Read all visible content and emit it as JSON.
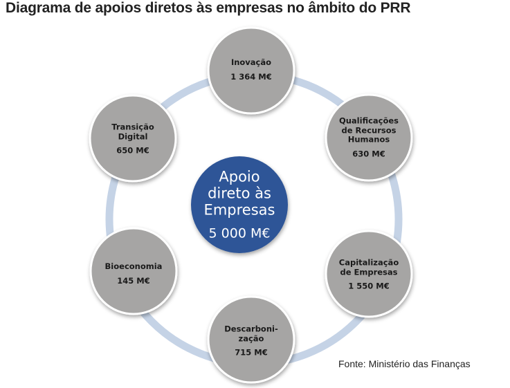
{
  "title": "Diagrama de apoios diretos às empresas no âmbito do PRR",
  "center": {
    "label": "Apoio\ndireto às\nEmpresas",
    "value": "5 000 M€"
  },
  "nodes": [
    {
      "label": "Inovação",
      "value": "1 364 M€"
    },
    {
      "label": "Qualificações\nde Recursos\nHumanos",
      "value": "630 M€"
    },
    {
      "label": "Capitalização\nde Empresas",
      "value": "1 550 M€"
    },
    {
      "label": "Descarboni-\nzação",
      "value": "715 M€"
    },
    {
      "label": "Bioeconomia",
      "value": "145 M€"
    },
    {
      "label": "Transição\nDigital",
      "value": "650 M€"
    }
  ],
  "source": "Fonte: Ministério das Finanças",
  "colors": {
    "center": "#2e5597",
    "node": "#a6a5a4",
    "ring": "#c5d3e6",
    "node_stroke": "#ffffff"
  }
}
